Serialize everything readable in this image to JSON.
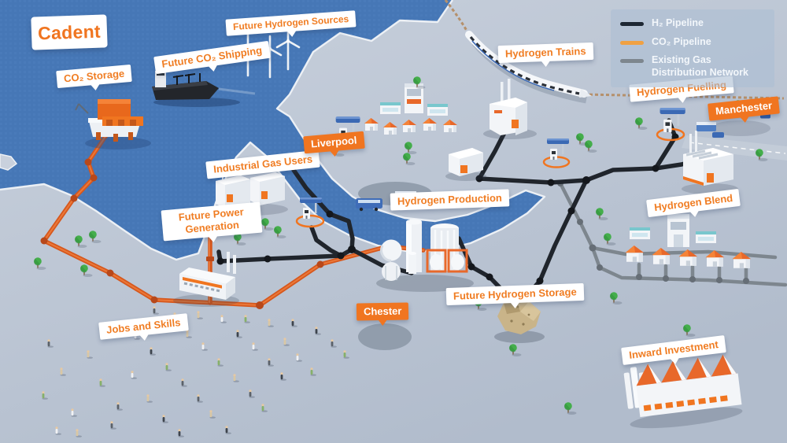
{
  "brand": {
    "name": "Cadent",
    "color": "#f07520"
  },
  "legend": {
    "items": [
      {
        "id": "h2-pipeline",
        "label": "H₂ Pipeline",
        "color": "#1d2733"
      },
      {
        "id": "co2-pipeline",
        "label": "CO₂ Pipeline",
        "color": "#f0a143"
      },
      {
        "id": "existing-gas-network",
        "label": "Existing Gas Distribution Network",
        "color": "#7d868e"
      }
    ]
  },
  "callouts": {
    "co2_storage": "CO₂ Storage",
    "future_co2_shipping": "Future CO₂ Shipping",
    "future_hydrogen_sources": "Future Hydrogen Sources",
    "hydrogen_trains": "Hydrogen Trains",
    "hydrogen_fuelling": "Hydrogen Fuelling",
    "industrial_gas_users": "Industrial Gas Users",
    "hydrogen_production": "Hydrogen Production",
    "future_power_generation": "Future Power Generation",
    "hydrogen_blend": "Hydrogen Blend",
    "future_hydrogen_storage": "Future Hydrogen Storage",
    "jobs_and_skills": "Jobs and Skills",
    "inward_investment": "Inward Investment"
  },
  "cities": {
    "liverpool": "Liverpool",
    "manchester": "Manchester",
    "chester": "Chester"
  },
  "colors": {
    "accent_orange": "#f07520",
    "h2_pipeline": "#20252c",
    "co2_pipeline": "#d6571c",
    "gas_network": "#7d868e",
    "sea": "#4677b6"
  }
}
